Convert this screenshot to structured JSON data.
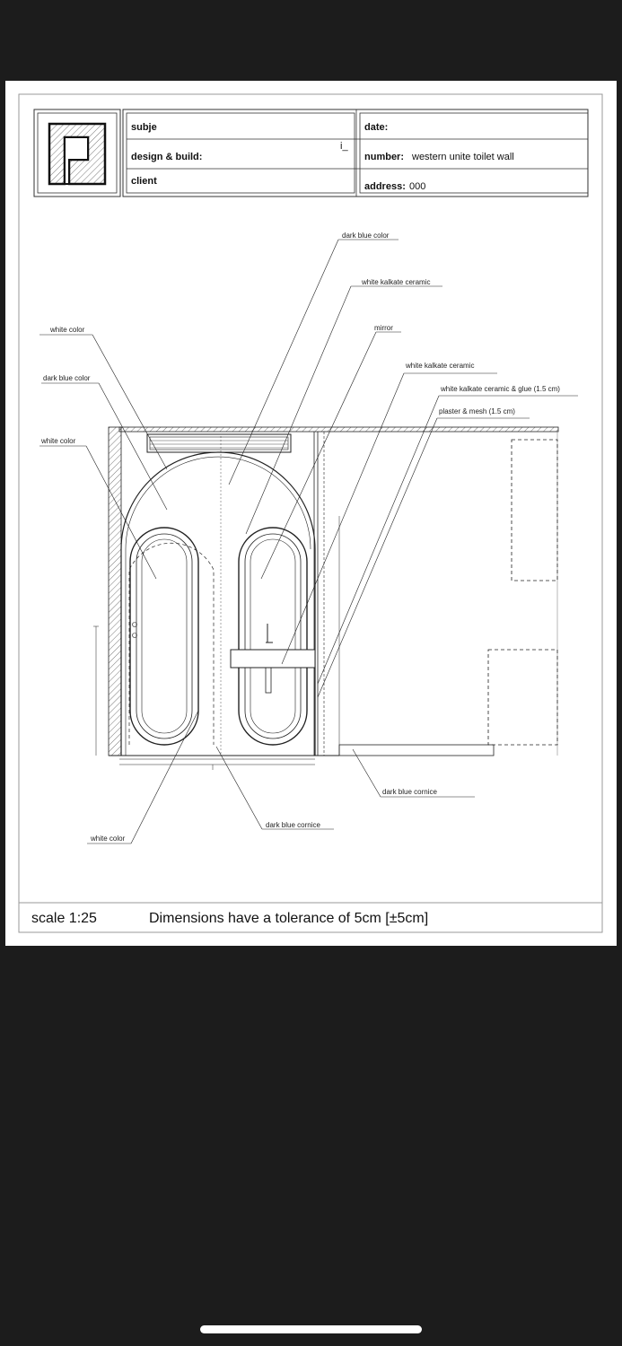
{
  "title_block": {
    "subject_label": "subje",
    "design_build_label": "design & build:",
    "client_label": "client",
    "stray_mark": "i_",
    "date_label": "date:",
    "number_label": "number:",
    "number_value": "western unite toilet wall",
    "address_label": "address:",
    "address_value": "000"
  },
  "callouts": {
    "dark_blue_color_top": "dark blue color",
    "white_kalkate_ceramic_1": "white kalkate ceramic",
    "mirror": "mirror",
    "white_kalkate_ceramic_2": "white kalkate ceramic",
    "white_kalkate_ceramic_glue": "white kalkate ceramic & glue (1.5 cm)",
    "plaster_mesh": "plaster & mesh (1.5 cm)",
    "white_color_1": "white color",
    "dark_blue_color_left": "dark blue color",
    "white_color_2": "white color",
    "dark_blue_cornice_right": "dark blue cornice",
    "dark_blue_cornice_bottom": "dark blue cornice",
    "white_color_bottom": "white color"
  },
  "footer": {
    "scale": "scale  1:25",
    "tolerance": "Dimensions have a tolerance of 5cm [±5cm]"
  },
  "colors": {
    "background": "#1c1c1c",
    "sheet": "#ffffff",
    "ink": "#111111"
  }
}
